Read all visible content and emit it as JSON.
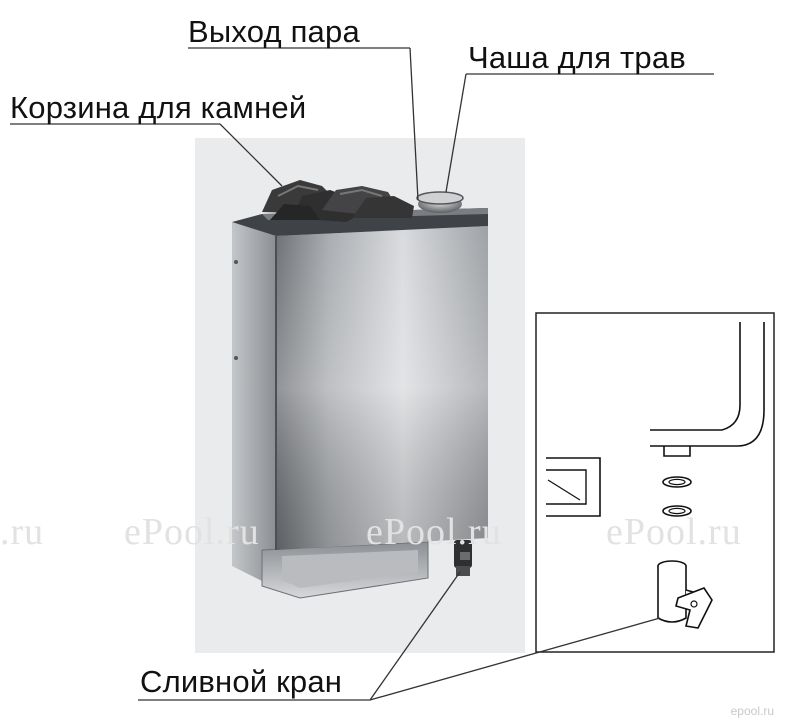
{
  "labels": {
    "steam_outlet": "Выход пара",
    "herb_bowl": "Чаша для трав",
    "stone_basket": "Корзина для камней",
    "drain_valve": "Сливной кран"
  },
  "watermarks": {
    "w1": ".ru",
    "w2": "ePool.ru",
    "w3": "ePool.ru",
    "w4": "ePool.ru"
  },
  "logo": "epool.ru",
  "colors": {
    "photo_bg": "#e9ebed",
    "steel_light": "#d4d6d9",
    "steel_dark": "#55585c",
    "stone": "#3a3a3a",
    "line": "#333333"
  }
}
